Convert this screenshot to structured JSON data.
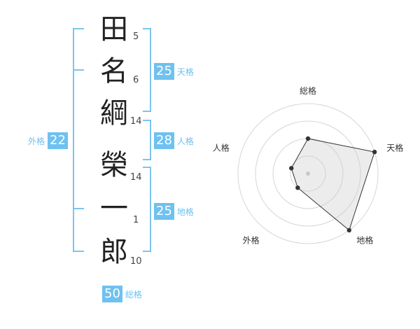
{
  "name_chars": [
    {
      "char": "田",
      "strokes": "5"
    },
    {
      "char": "名",
      "strokes": "6"
    },
    {
      "char": "綱",
      "strokes": "14"
    },
    {
      "char": "榮",
      "strokes": "14"
    },
    {
      "char": "一",
      "strokes": "1"
    },
    {
      "char": "郎",
      "strokes": "10"
    }
  ],
  "fortunes": {
    "tenkaku": {
      "label": "天格",
      "value": "25"
    },
    "jinkaku": {
      "label": "人格",
      "value": "28"
    },
    "chikaku": {
      "label": "地格",
      "value": "25"
    },
    "gaikaku": {
      "label": "外格",
      "value": "22"
    },
    "soukaku": {
      "label": "総格",
      "value": "50"
    }
  },
  "colors": {
    "accent": "#6ec1f0",
    "bracket": "#7cc4ef"
  },
  "chart_data": {
    "type": "radar",
    "axes": [
      "総格",
      "天格",
      "地格",
      "外格",
      "人格"
    ],
    "rings": 4,
    "values": [
      2,
      4,
      4,
      1,
      1
    ],
    "max": 4
  }
}
